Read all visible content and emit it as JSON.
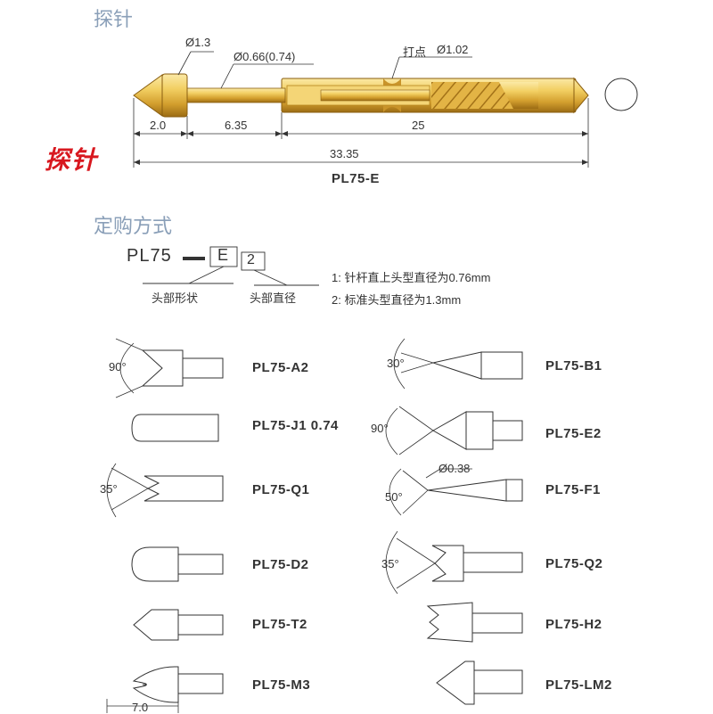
{
  "titles": {
    "probe": "探针",
    "ordering": "定购方式",
    "red_probe": "探针"
  },
  "main_probe": {
    "dim_head_dia": "Ø1.3",
    "dim_shaft_dia": "Ø0.66(0.74)",
    "dim_dot_label": "打点",
    "dim_dot_dia": "Ø1.02",
    "len_head": "2.0",
    "len_plunger": "6.35",
    "len_barrel": "25",
    "len_total": "33.35",
    "model": "PL75-E"
  },
  "ordering": {
    "prefix": "PL75",
    "box1": "E",
    "box2": "2",
    "label_head_shape": "头部形状",
    "label_head_dia": "头部直径",
    "note1": "1: 针杆直上头型直径为0.76mm",
    "note2": "2: 标准头型直径为1.3mm"
  },
  "tips": {
    "left": [
      {
        "model": "PL75-A2",
        "angle": "90°"
      },
      {
        "model": "PL75-J1 0.74",
        "angle": ""
      },
      {
        "model": "PL75-Q1",
        "angle": "35°"
      },
      {
        "model": "PL75-D2",
        "angle": ""
      },
      {
        "model": "PL75-T2",
        "angle": ""
      },
      {
        "model": "PL75-M3",
        "angle": "",
        "dim": "7.0"
      }
    ],
    "right": [
      {
        "model": "PL75-B1",
        "angle": "30°"
      },
      {
        "model": "PL75-E2",
        "angle": "90°"
      },
      {
        "model": "PL75-F1",
        "angle": "50°",
        "dia": "Ø0.38"
      },
      {
        "model": "PL75-Q2",
        "angle": "35°"
      },
      {
        "model": "PL75-H2",
        "angle": ""
      },
      {
        "model": "PL75-LM2",
        "angle": ""
      }
    ]
  },
  "colors": {
    "gold_light": "#f6d77a",
    "gold_mid": "#e0b23c",
    "gold_dark": "#a8781a",
    "title_blue": "#8a9fb8",
    "red": "#d8181f"
  }
}
